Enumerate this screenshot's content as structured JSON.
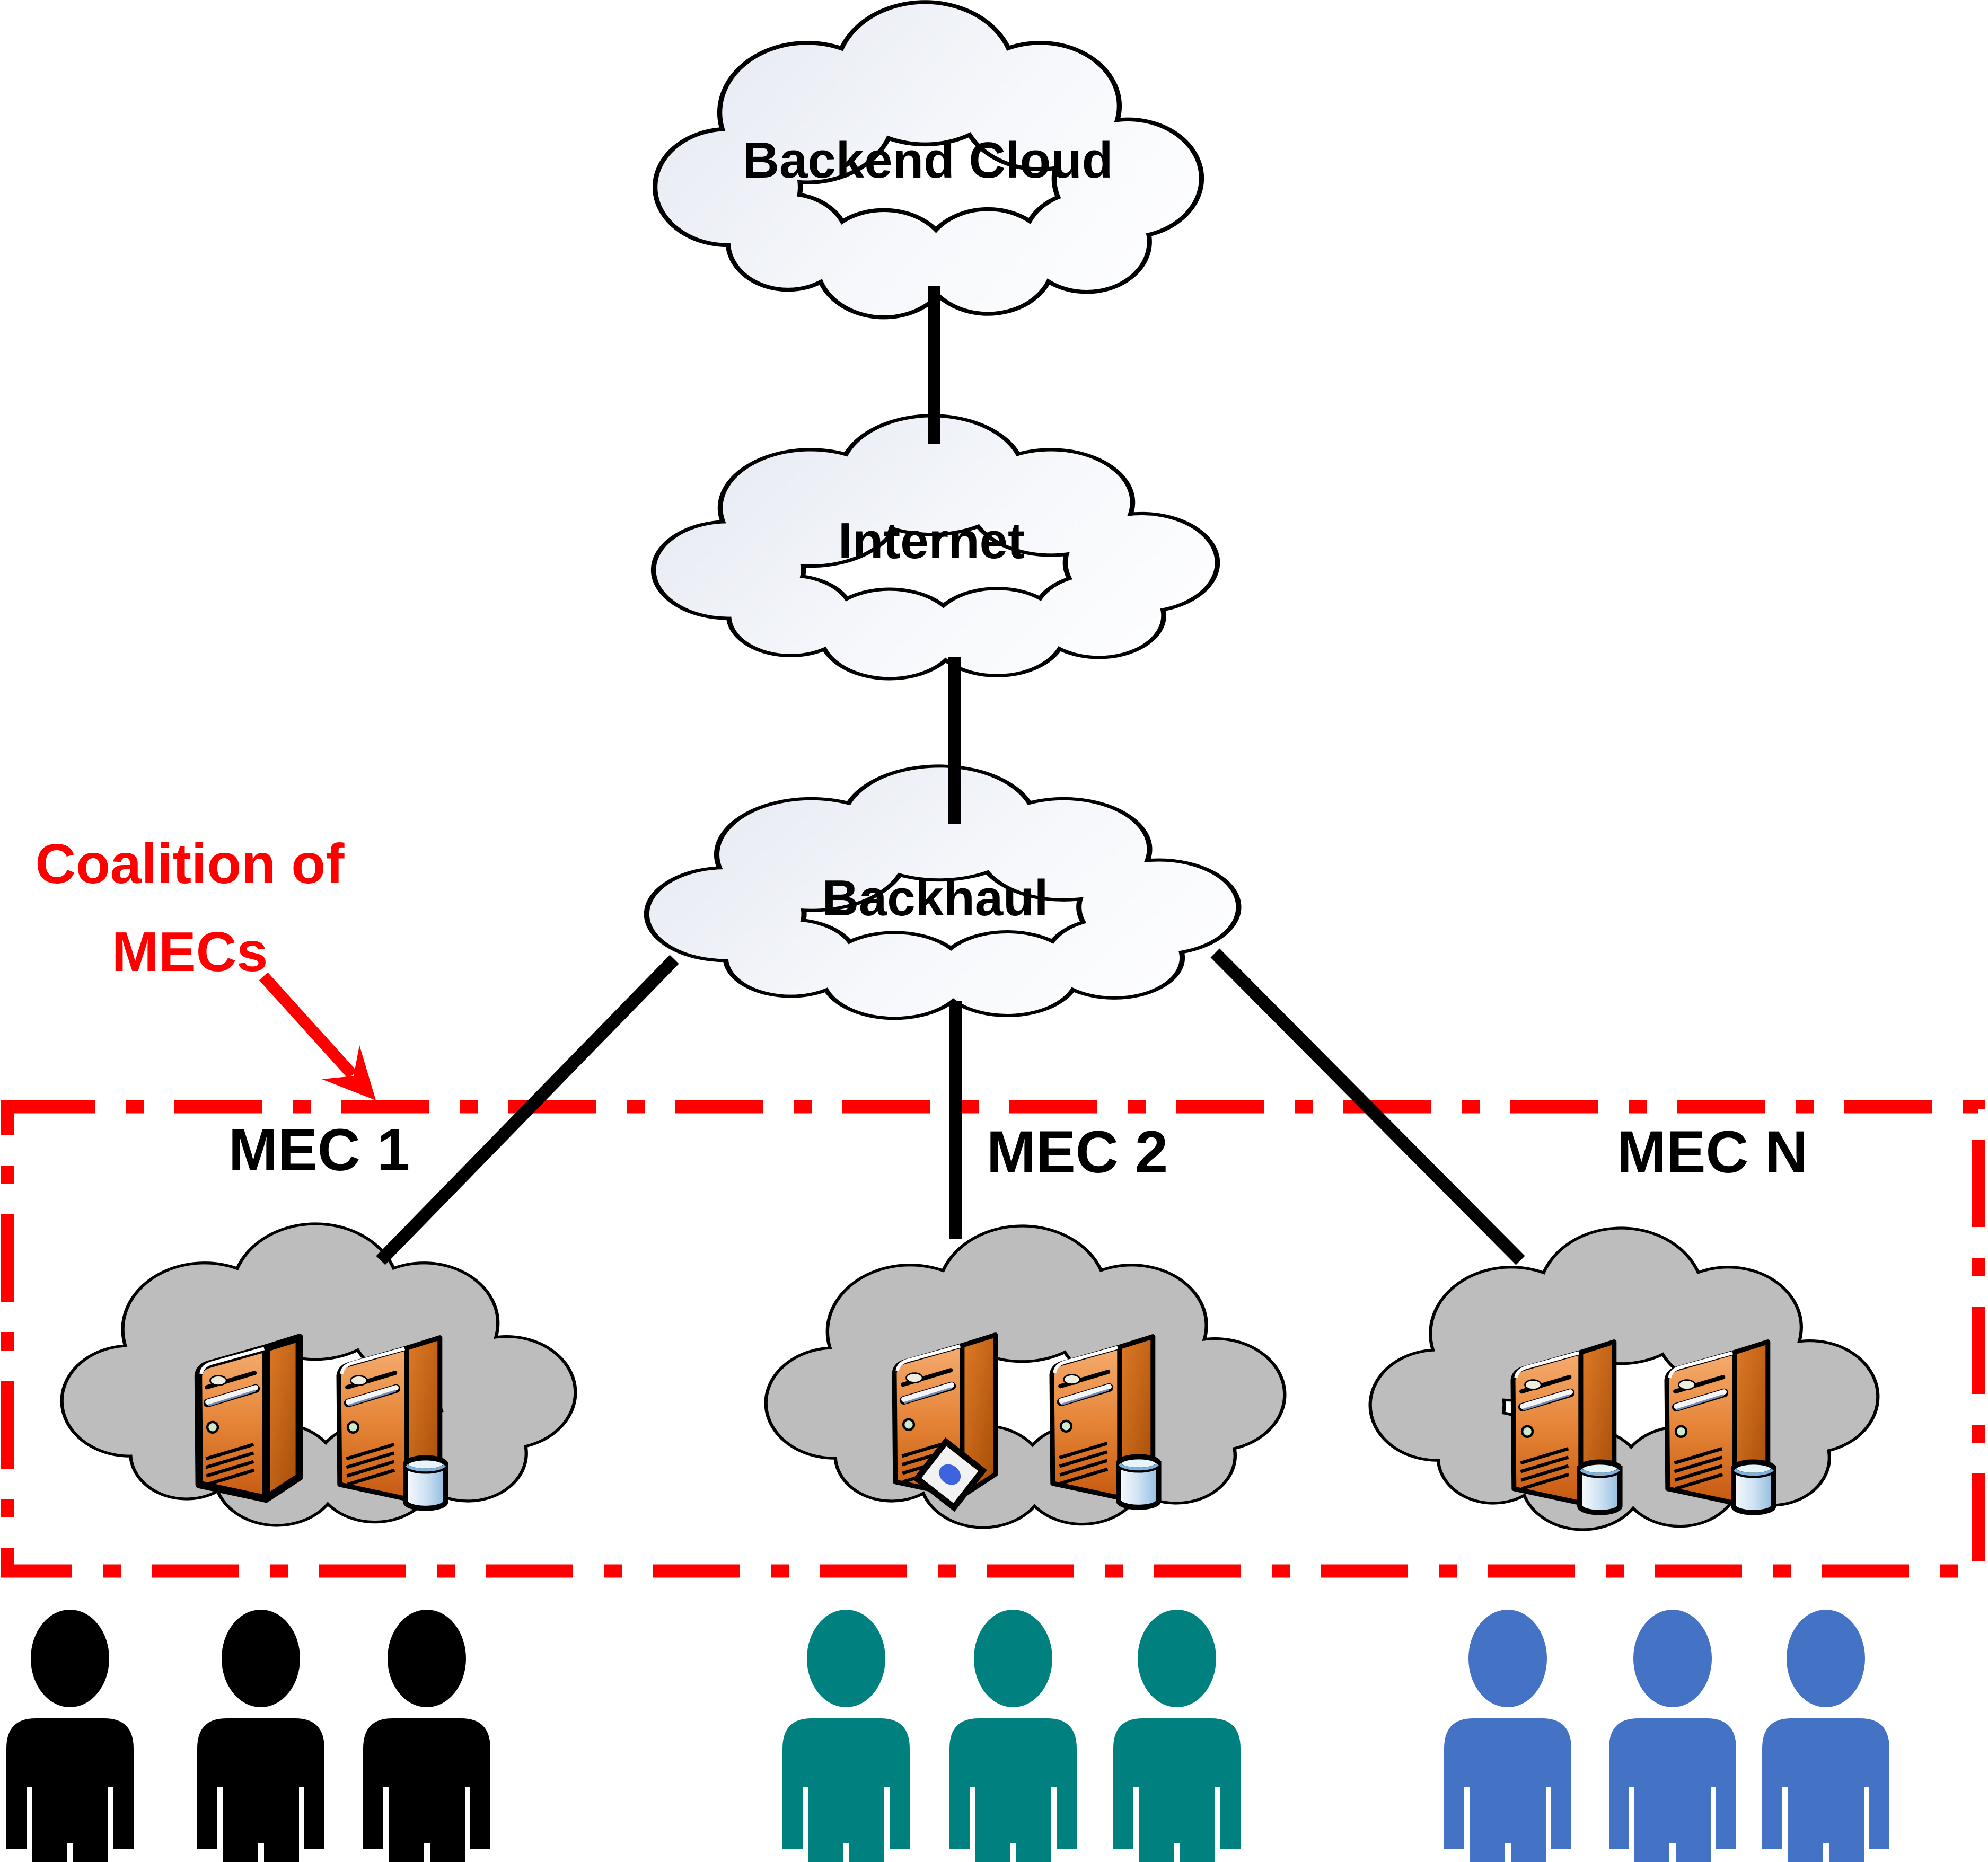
{
  "diagram": {
    "backend_cloud_label": "Backend Cloud",
    "internet_label": "Internet",
    "backhaul_label": "Backhaul",
    "coalition": {
      "line1": "Coalition of",
      "line2": "MECs"
    },
    "mec_nodes": [
      {
        "label": "MEC 1",
        "servers": [
          "server-icon",
          "server-with-database-icon"
        ]
      },
      {
        "label": "MEC 2",
        "servers": [
          "server-with-disc-icon",
          "server-with-database-icon"
        ]
      },
      {
        "label": "MEC N",
        "servers": [
          "server-with-database-icon",
          "server-with-database-icon"
        ]
      }
    ],
    "user_groups": [
      {
        "name": "mec1-users",
        "count": 3,
        "color": "#000000"
      },
      {
        "name": "mec2-users",
        "count": 3,
        "color": "#018080"
      },
      {
        "name": "mecn-users",
        "count": 3,
        "color": "#4472C4"
      }
    ],
    "colors": {
      "coalition_red": "#FF0000",
      "mec_cloud_gray": "#BDBDBD",
      "white_cloud_tint": "#E3E7F1",
      "cloud_outline": "#000000",
      "server_orange": "#D96B15",
      "database_blue": "#9CC3E5",
      "connector_black": "#000000"
    }
  }
}
